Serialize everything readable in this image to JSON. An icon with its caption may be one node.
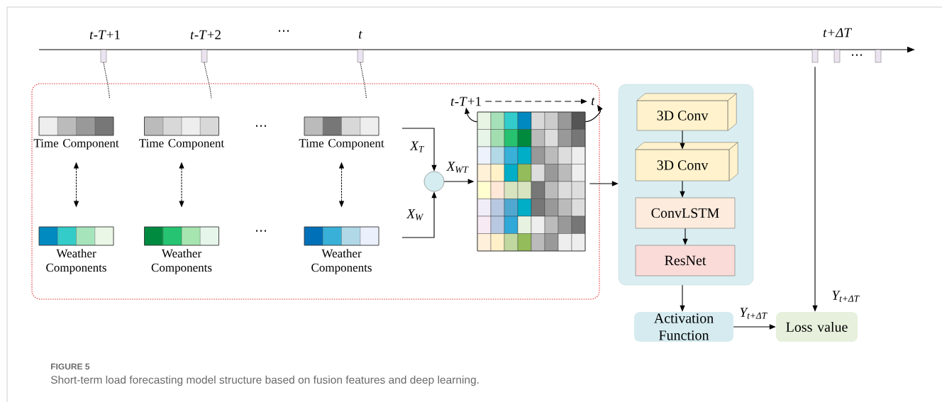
{
  "diagram": {
    "caption": "Short-term load forecasting model structure based on fusion features and deep learning.",
    "nodes": [
      {
        "text": [],
        "shape": "box"
      },
      {
        "text": [],
        "shape": "box"
      },
      {
        "text": [],
        "shape": "box"
      },
      {
        "text": [],
        "shape": "box"
      },
      {
        "text": [],
        "shape": "box"
      },
      {
        "text": [],
        "shape": "box"
      },
      {
        "text": [],
        "shape": "box"
      },
      {
        "text": [
          "Time Component"
        ],
        "in": 6
      },
      {
        "text": [
          "Time Component"
        ],
        "in": 6
      },
      {
        "text": [
          "Time Component"
        ],
        "in": 6
      },
      {
        "text": [
          "Weather Components"
        ],
        "in": 6
      },
      {
        "text": [
          "Weather Components"
        ],
        "in": 6
      },
      {
        "text": [
          "Weather Components"
        ],
        "in": 6
      },
      {
        "text": [],
        "shape": "circle",
        "in": 6
      },
      {
        "text": [
          "*t*-*T*+1"
        ],
        "in": 6
      },
      {
        "text": [
          "*t*"
        ],
        "in": 6
      },
      {
        "text": [],
        "shape": "box",
        "in": 6
      },
      {
        "text": [],
        "shape": "box"
      },
      {
        "text": [
          "3D Conv"
        ],
        "in": 17
      },
      {
        "text": [
          "3D Conv"
        ],
        "in": 17
      },
      {
        "text": [
          "ConvLSTM"
        ],
        "in": 17
      },
      {
        "text": [
          "ResNet"
        ],
        "in": 17
      },
      {
        "text": [
          "Activation Function"
        ]
      },
      {
        "text": [
          "Loss value"
        ]
      }
    ],
    "edges": [
      {
        "from": 0,
        "to": 7,
        "arrow": "none",
        "style": "dashed"
      },
      {
        "from": 1,
        "to": 8,
        "arrow": "none",
        "style": "dashed"
      },
      {
        "from": 2,
        "to": 9,
        "arrow": "none",
        "style": "dashed"
      },
      {
        "from": 7,
        "to": 10,
        "arrow": "both",
        "style": "dashed"
      },
      {
        "from": 8,
        "to": 11,
        "arrow": "both",
        "style": "dashed"
      },
      {
        "from": 9,
        "to": 12,
        "arrow": "both",
        "style": "dashed"
      },
      {
        "from": null,
        "to": 13,
        "arrow": "to",
        "label": "X$_{T}$"
      },
      {
        "from": null,
        "to": 13,
        "arrow": "to",
        "label": "X$_{W}$"
      },
      {
        "from": 13,
        "to": 16,
        "arrow": "to",
        "label": "X$_{WT}$"
      },
      {
        "from": 16,
        "to": 14,
        "arrow": "to"
      },
      {
        "from": 16,
        "to": 15,
        "arrow": "to"
      },
      {
        "from": 14,
        "to": 15,
        "arrow": "to",
        "style": "dashed"
      },
      {
        "from": 16,
        "to": 17,
        "arrow": "to"
      },
      {
        "from": 18,
        "to": 19,
        "arrow": "to"
      },
      {
        "from": 19,
        "to": 20,
        "arrow": "to"
      },
      {
        "from": 20,
        "to": 21,
        "arrow": "to"
      },
      {
        "from": 17,
        "to": 22,
        "arrow": "to"
      },
      {
        "from": 22,
        "to": 23,
        "arrow": "to",
        "label": "Y$_{t+ΔT}$"
      },
      {
        "from": 3,
        "to": 23,
        "arrow": "to",
        "label": "Y$_{t+ΔT}$"
      }
    ],
    "labels": [
      "*t*-*T*+1",
      "*t*-*T*+2",
      "⋯",
      "*t*",
      "t+ΔT",
      "⋯",
      "⋯",
      "⋯",
      "FIGURE 5"
    ]
  }
}
